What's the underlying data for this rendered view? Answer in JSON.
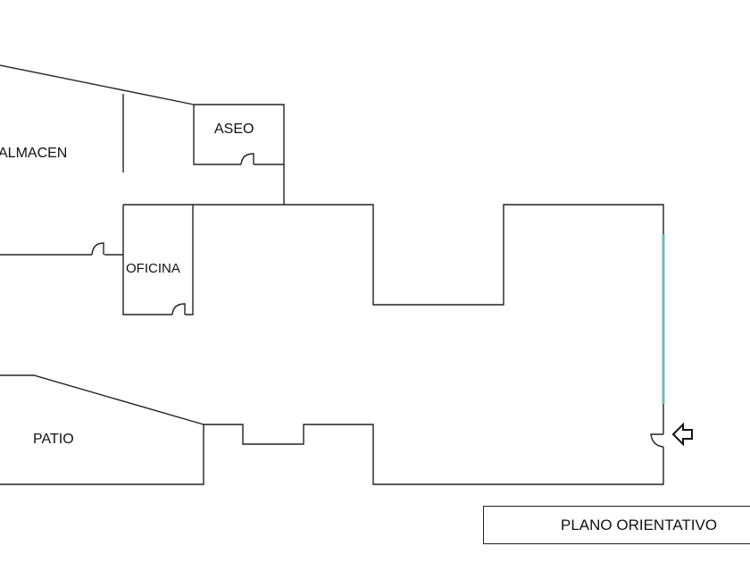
{
  "rooms": {
    "almacen": "ALMACEN",
    "aseo": "ASEO",
    "oficina": "OFICINA",
    "patio": "PATIO"
  },
  "title": "PLANO ORIENTATIVO",
  "colors": {
    "wall": "#222222",
    "window": "#6fb8b8"
  }
}
